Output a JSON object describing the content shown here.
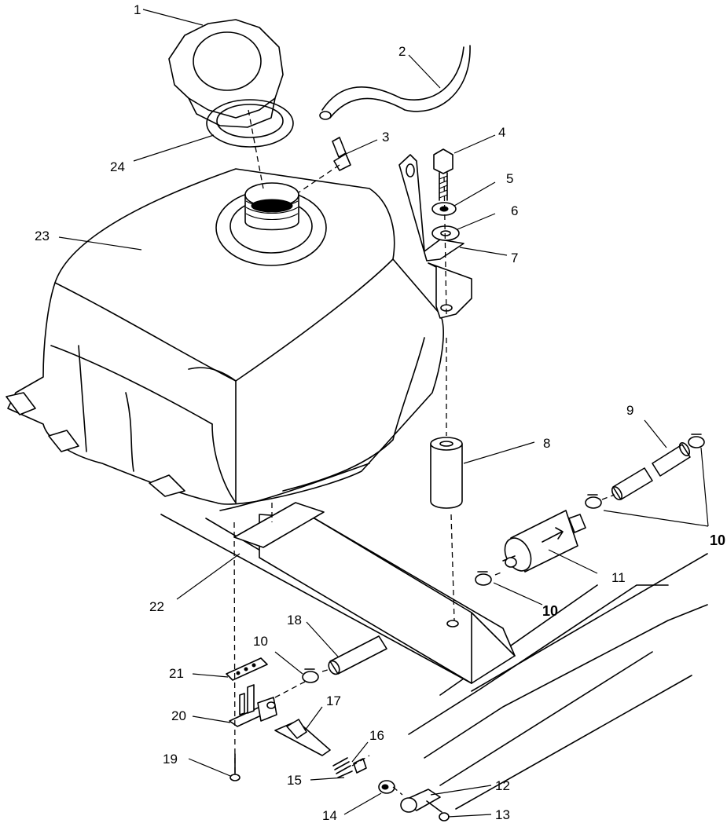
{
  "callouts": [
    "1",
    "2",
    "3",
    "4",
    "5",
    "6",
    "7",
    "8",
    "9",
    "10",
    "11",
    "12",
    "13",
    "14",
    "15",
    "16",
    "17",
    "18",
    "19",
    "20",
    "21",
    "22",
    "23",
    "24"
  ],
  "callout_10_group": "10",
  "callout_10_lower": "10",
  "callout_10_left": "10"
}
